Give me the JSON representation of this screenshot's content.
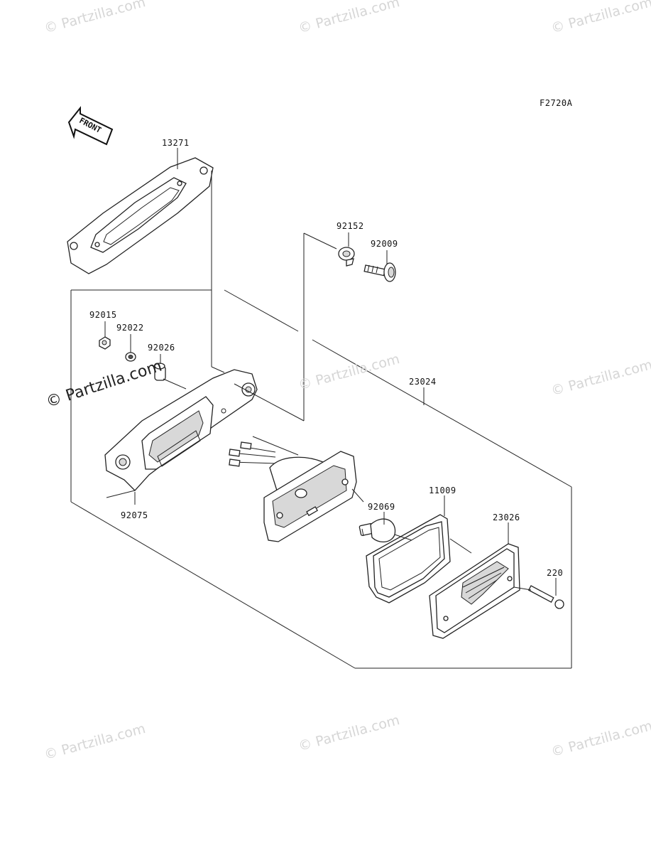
{
  "figure_code": "F2720A",
  "front_label": "FRONT",
  "watermark_text": "© Partzilla.com",
  "parts": [
    {
      "id": "13271"
    },
    {
      "id": "92152"
    },
    {
      "id": "92009"
    },
    {
      "id": "92015"
    },
    {
      "id": "92022"
    },
    {
      "id": "92026"
    },
    {
      "id": "23024"
    },
    {
      "id": "92075"
    },
    {
      "id": "92069"
    },
    {
      "id": "11009"
    },
    {
      "id": "23026"
    },
    {
      "id": "220"
    }
  ]
}
